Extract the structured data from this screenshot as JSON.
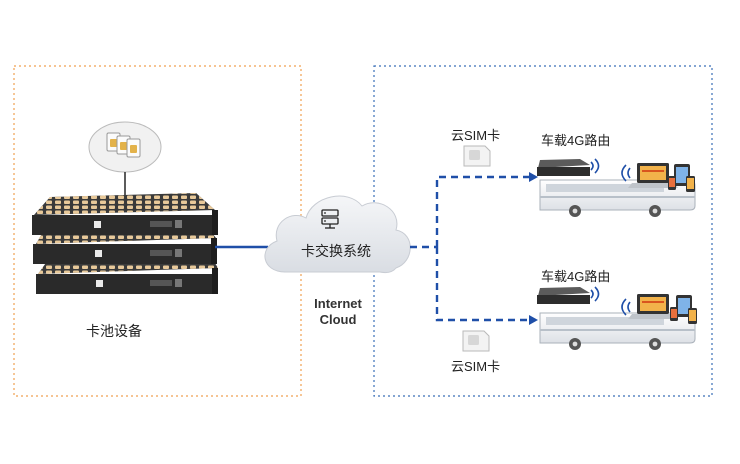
{
  "diagram": {
    "left_panel": {
      "label": "卡池设备"
    },
    "cloud": {
      "label": "卡交换系统",
      "caption_line1": "Internet",
      "caption_line2": "Cloud"
    },
    "branches": [
      {
        "sim_label": "云SIM卡",
        "router_label": "车载4G路由"
      },
      {
        "sim_label": "云SIM卡",
        "router_label": "车载4G路由"
      }
    ],
    "colors": {
      "left_border": "#f0a050",
      "right_border": "#3a6fb8",
      "link": "#1f4fa8",
      "cloud": "#e6e9ee",
      "device": "#2d2d2d",
      "slot": "#e8c99a"
    },
    "icons": [
      "sim-card-icon",
      "server-icon",
      "bus-icon",
      "router-icon",
      "wifi-icon",
      "laptop-icon",
      "phone-icon",
      "tablet-icon"
    ]
  }
}
